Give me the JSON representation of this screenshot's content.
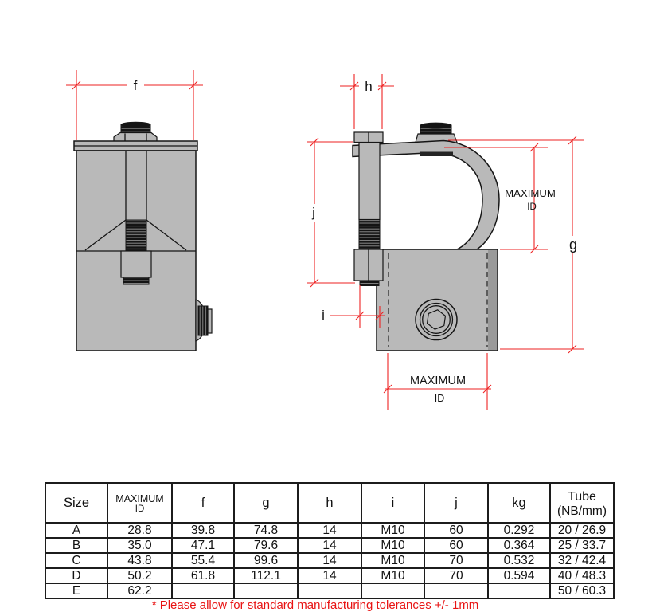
{
  "drawing": {
    "front_view": {
      "dim_f": "f"
    },
    "side_view": {
      "dim_h": "h",
      "dim_j": "j",
      "dim_i": "i",
      "dim_g": "g",
      "side_max_id_line1": "MAXIMUM",
      "side_max_id_line2": "ID",
      "bottom_max_id_line1": "MAXIMUM",
      "bottom_max_id_line2": "ID"
    },
    "colors": {
      "body_fill": "#b9b9b9",
      "outline": "#161616",
      "dimension_red": "#ee2222",
      "thread_dark": "#141414",
      "footnote_red": "#e81313"
    }
  },
  "table": {
    "headers": {
      "size": "Size",
      "max_id_line1": "MAXIMUM",
      "max_id_line2": "ID",
      "f": "f",
      "g": "g",
      "h": "h",
      "i": "i",
      "j": "j",
      "kg": "kg",
      "tube_line1": "Tube",
      "tube_line2": "(NB/mm)"
    },
    "rows": [
      {
        "size": "A",
        "max_id": "28.8",
        "f": "39.8",
        "g": "74.8",
        "h": "14",
        "i": "M10",
        "j": "60",
        "kg": "0.292",
        "tube": "20 / 26.9"
      },
      {
        "size": "B",
        "max_id": "35.0",
        "f": "47.1",
        "g": "79.6",
        "h": "14",
        "i": "M10",
        "j": "60",
        "kg": "0.364",
        "tube": "25 / 33.7"
      },
      {
        "size": "C",
        "max_id": "43.8",
        "f": "55.4",
        "g": "99.6",
        "h": "14",
        "i": "M10",
        "j": "70",
        "kg": "0.532",
        "tube": "32 / 42.4"
      },
      {
        "size": "D",
        "max_id": "50.2",
        "f": "61.8",
        "g": "112.1",
        "h": "14",
        "i": "M10",
        "j": "70",
        "kg": "0.594",
        "tube": "40 / 48.3"
      },
      {
        "size": "E",
        "max_id": "62.2",
        "f": "",
        "g": "",
        "h": "",
        "i": "",
        "j": "",
        "kg": "",
        "tube": "50 / 60.3"
      }
    ]
  },
  "footnote": "* Please allow for standard manufacturing tolerances +/- 1mm"
}
